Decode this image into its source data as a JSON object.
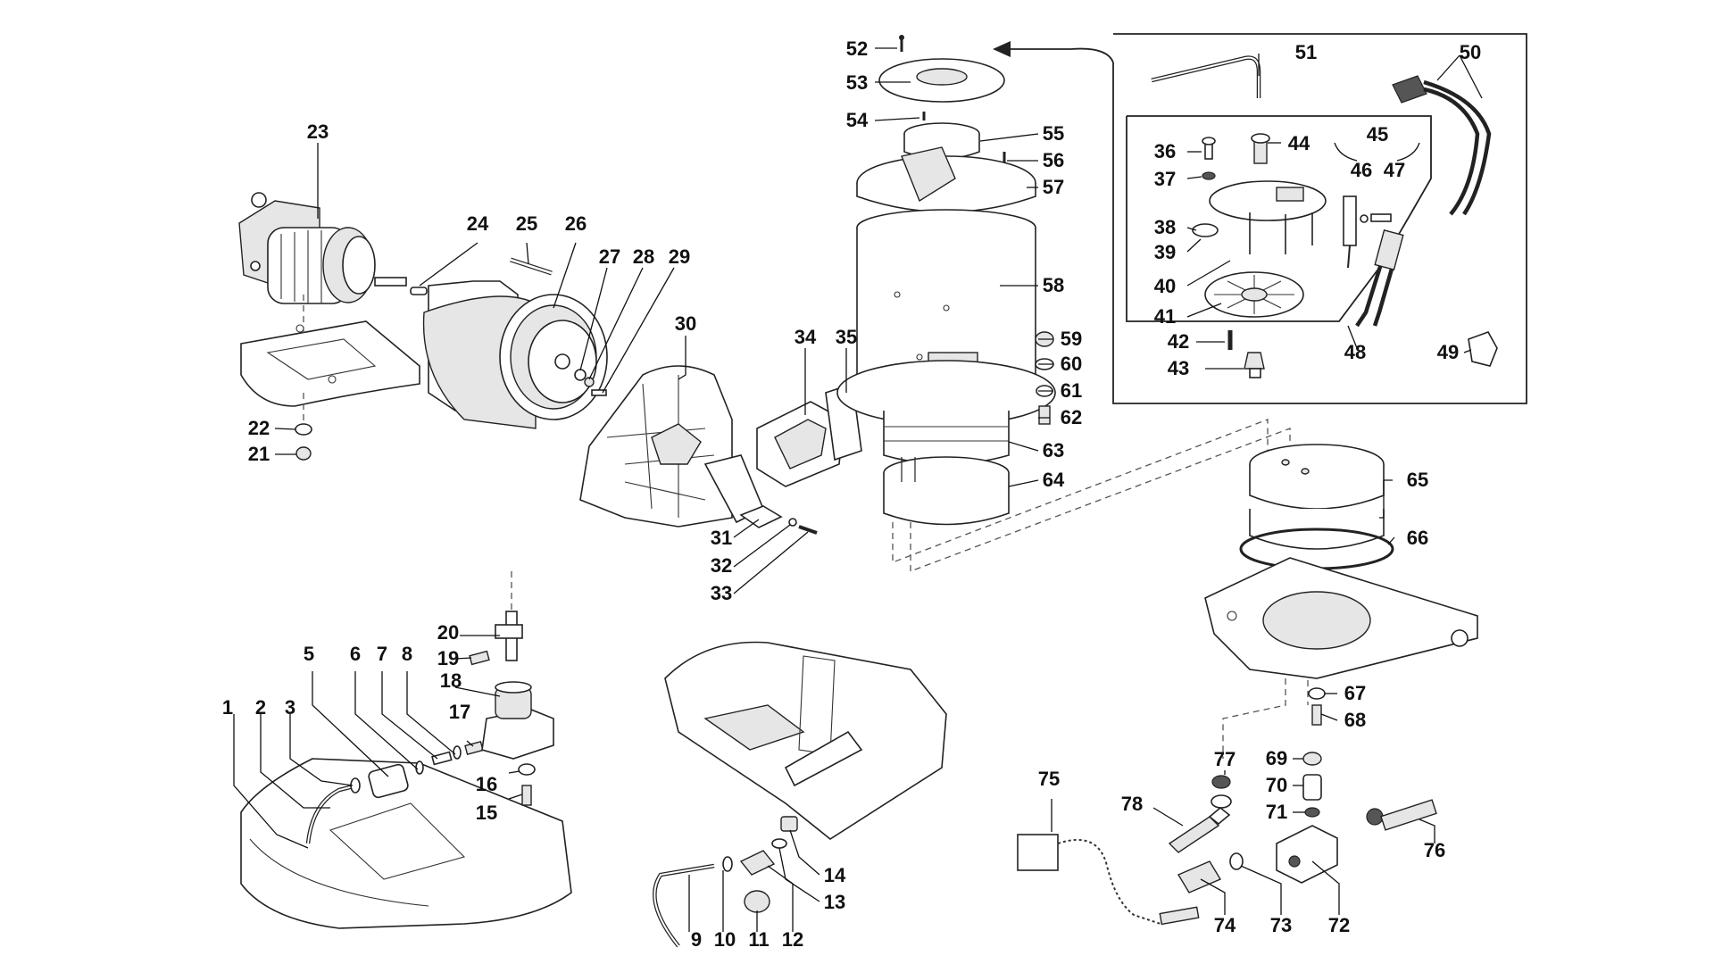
{
  "diagram": {
    "background": "#ffffff",
    "line_color": "#222222",
    "callouts": [
      "1",
      "2",
      "3",
      "5",
      "6",
      "7",
      "8",
      "9",
      "10",
      "11",
      "12",
      "13",
      "14",
      "15",
      "16",
      "17",
      "18",
      "19",
      "20",
      "21",
      "22",
      "23",
      "24",
      "25",
      "26",
      "27",
      "28",
      "29",
      "30",
      "31",
      "32",
      "33",
      "34",
      "35",
      "36",
      "37",
      "38",
      "39",
      "40",
      "41",
      "42",
      "43",
      "44",
      "45",
      "46",
      "47",
      "48",
      "49",
      "50",
      "51",
      "52",
      "53",
      "54",
      "55",
      "56",
      "57",
      "58",
      "59",
      "60",
      "61",
      "62",
      "63",
      "64",
      "65",
      "66",
      "67",
      "68",
      "69",
      "70",
      "71",
      "72",
      "73",
      "74",
      "75",
      "76",
      "77",
      "78"
    ]
  }
}
